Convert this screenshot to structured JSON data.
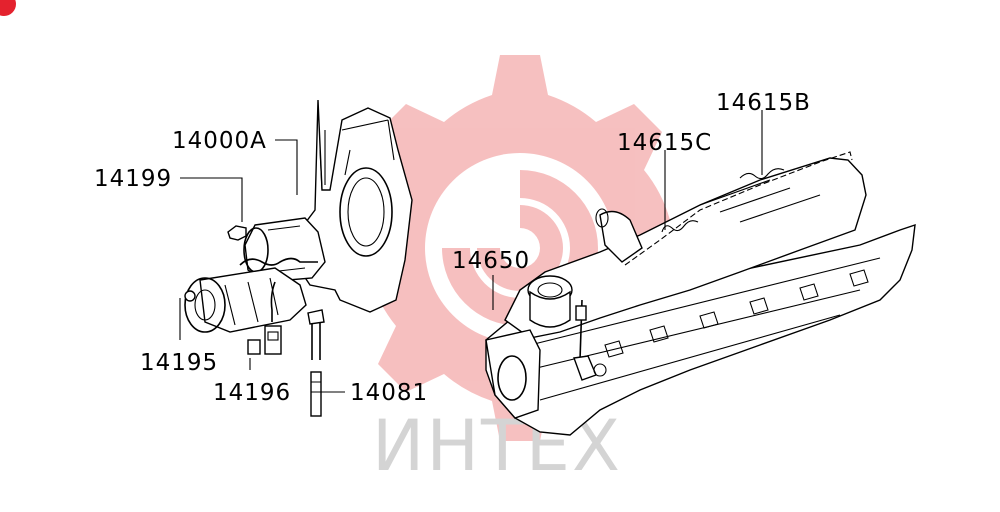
{
  "watermark": {
    "text": "ИНТЕХ",
    "gear_color": "#f5b5b5",
    "text_color": "#d4d4d4"
  },
  "corner_badge": {
    "color": "#e4222e"
  },
  "callouts": {
    "c14000A": "14000A",
    "c14199": "14199",
    "c14195": "14195",
    "c14196": "14196",
    "c14081": "14081",
    "c14650": "14650",
    "c14615C": "14615C",
    "c14615B": "14615B"
  }
}
